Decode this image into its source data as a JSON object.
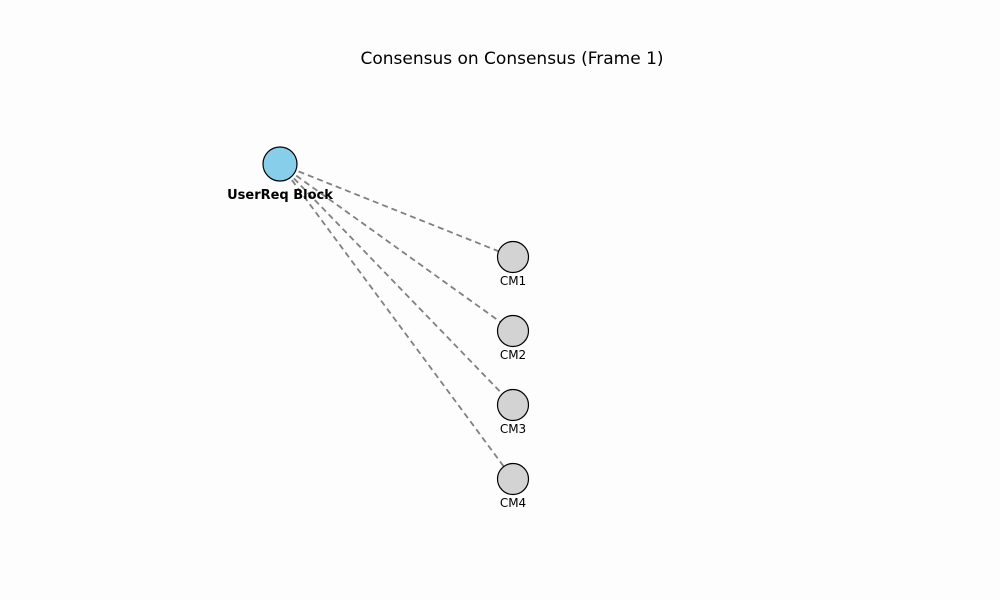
{
  "title": "Consensus on Consensus (Frame 1)",
  "colors": {
    "root_fill": "#87ceeb",
    "node_fill": "#d3d3d3",
    "stroke": "#000000",
    "edge": "#808080",
    "background": "#fdfdfd"
  },
  "root": {
    "label": "UserReq Block"
  },
  "nodes": [
    {
      "label": "CM1"
    },
    {
      "label": "CM2"
    },
    {
      "label": "CM3"
    },
    {
      "label": "CM4"
    }
  ],
  "edges": [
    {
      "from": "UserReq Block",
      "to": "CM1",
      "style": "dashed"
    },
    {
      "from": "UserReq Block",
      "to": "CM2",
      "style": "dashed"
    },
    {
      "from": "UserReq Block",
      "to": "CM3",
      "style": "dashed"
    },
    {
      "from": "UserReq Block",
      "to": "CM4",
      "style": "dashed"
    }
  ]
}
